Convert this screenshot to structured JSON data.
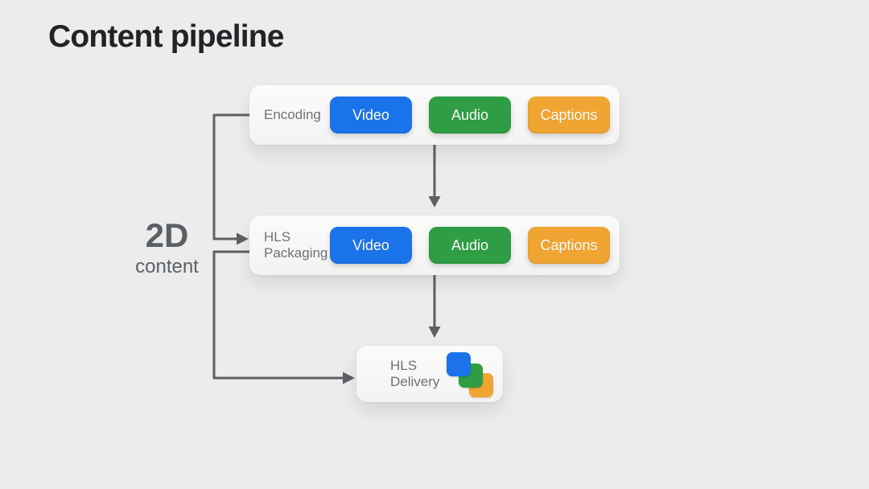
{
  "title": "Content pipeline",
  "source": {
    "primary": "2D",
    "secondary": "content"
  },
  "stages": [
    {
      "id": "encoding",
      "label": "Encoding",
      "tracks": [
        "Video",
        "Audio",
        "Captions"
      ]
    },
    {
      "id": "packaging",
      "label": "HLS Packaging",
      "tracks": [
        "Video",
        "Audio",
        "Captions"
      ]
    },
    {
      "id": "delivery",
      "label": "HLS Delivery",
      "icon": "stacked-squares-icon"
    }
  ],
  "colors": {
    "background": "#ebeceb",
    "video": "#1a73e8",
    "audio": "#2e9d43",
    "captions": "#f0a432",
    "arrow": "#5c6064",
    "title_text": "#212326",
    "label_text": "#6e7276"
  }
}
